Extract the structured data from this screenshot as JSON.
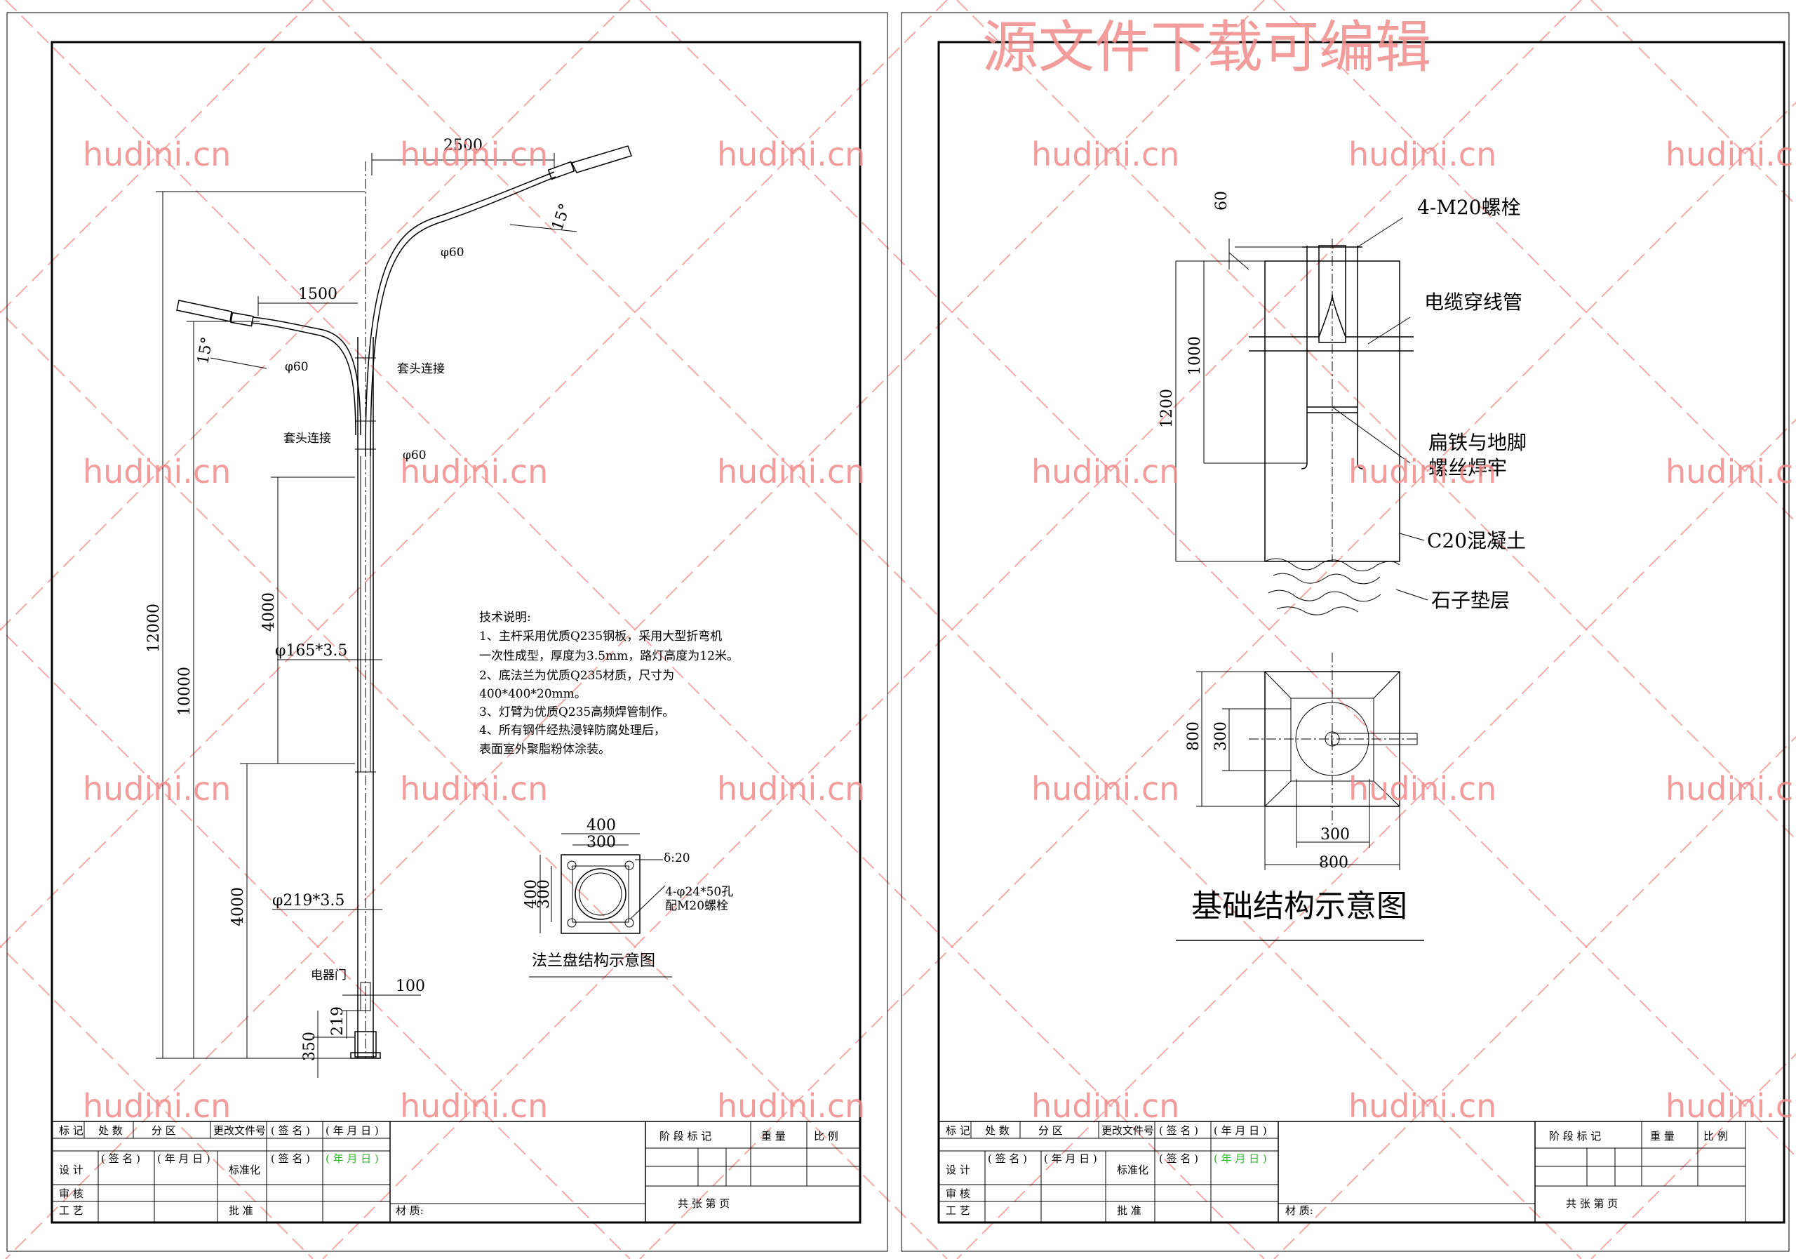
{
  "watermark": {
    "site": "hudini.cn",
    "banner": "源文件下载可编辑"
  },
  "pole": {
    "dims": {
      "arm_long": "2500",
      "arm_short": "1500",
      "total_height": "12000",
      "lamp_height": "10000",
      "upper_section": "4000",
      "lower_section": "4000",
      "door_width": "100",
      "door_h1": "219",
      "door_h2": "350",
      "tilt_right": "15°",
      "tilt_left": "15°"
    },
    "labels": {
      "arm_dia_1": "φ60",
      "arm_dia_2": "φ60",
      "arm_dia_3": "φ60",
      "sleeve_1": "套头连接",
      "sleeve_2": "套头连接",
      "tube_upper": "φ165*3.5",
      "tube_lower": "φ219*3.5",
      "door": "电器门"
    }
  },
  "notes": {
    "title": "技术说明:",
    "lines": [
      "1、主杆采用优质Q235钢板，采用大型折弯机",
      "一次性成型，厚度为3.5mm，路灯高度为12米。",
      "2、底法兰为优质Q235材质，尺寸为",
      "400*400*20mm。",
      "3、灯臂为优质Q235高频焊管制作。",
      "4、所有钢件经热浸锌防腐处理后，",
      "表面室外聚脂粉体涂装。"
    ]
  },
  "flange": {
    "title": "法兰盘结构示意图",
    "dim_outer_w": "400",
    "dim_inner_w": "300",
    "dim_outer_h": "400",
    "dim_inner_h": "300",
    "thickness": "δ:20",
    "holes": "4-φ24*50孔",
    "bolts": "配M20螺栓"
  },
  "foundation": {
    "title": "基础结构示意图",
    "bolts": "4-M20螺栓",
    "conduit": "电缆穿线管",
    "weld_1": "扁铁与地脚",
    "weld_2": "螺丝焊牢",
    "concrete": "C20混凝土",
    "gravel": "石子垫层",
    "dim_top": "60",
    "dim_1000": "1000",
    "dim_1200": "1200",
    "plan_800_h": "800",
    "plan_300_h": "300",
    "plan_300_w": "300",
    "plan_800_w": "800"
  },
  "title_block": {
    "r1": [
      "标 记",
      "处 数",
      "分 区",
      "更改文件号",
      "( 签 名 )",
      "( 年 月 日 )"
    ],
    "design": "设  计",
    "design_sign": "( 签 名 )",
    "design_date": "( 年 月 日 )",
    "standard": "标准化",
    "std_sign": "( 签 名 )",
    "std_date": "( 年 月 日 )",
    "review": "审  核",
    "process": "工  艺",
    "approve": "批  准",
    "material": "材 质:",
    "stage": "阶 段 标 记",
    "weight": "重 量",
    "scale": "比 例",
    "sheets": "共      张      第      页"
  }
}
